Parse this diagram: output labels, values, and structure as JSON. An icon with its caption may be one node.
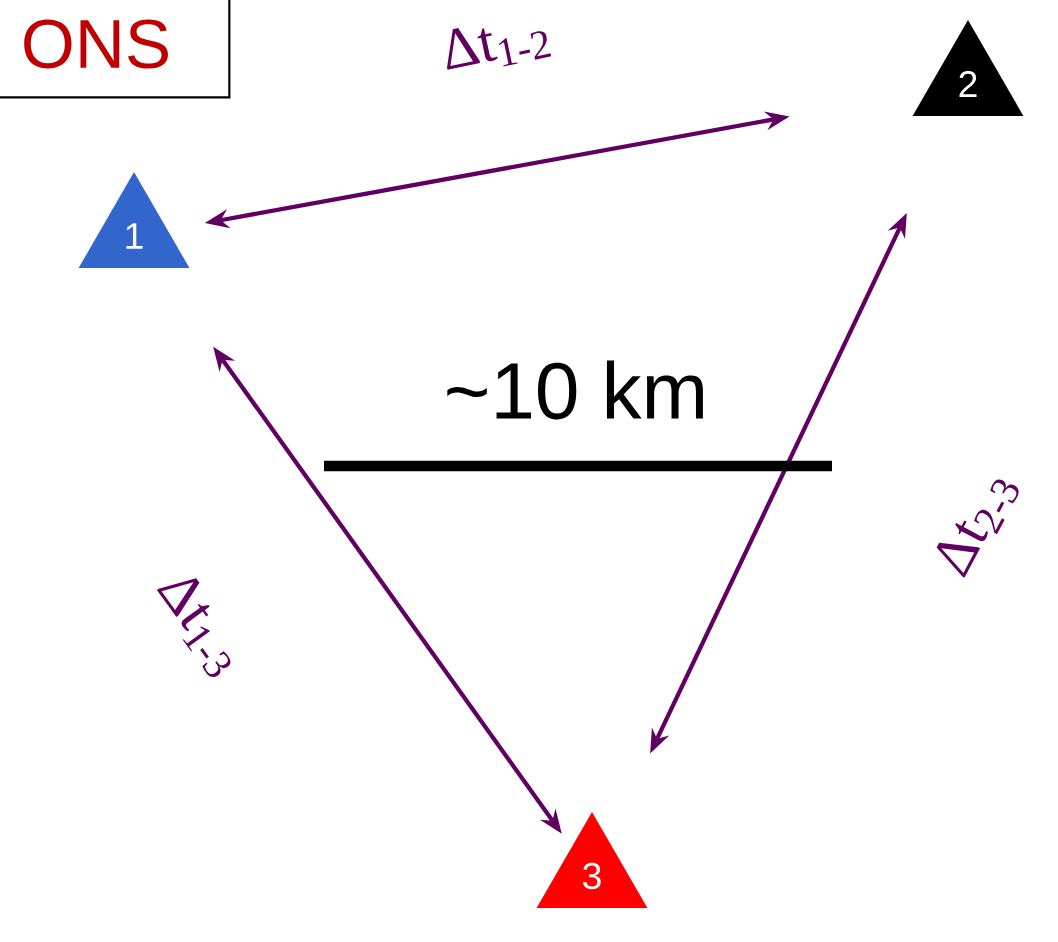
{
  "diagram": {
    "nodes": [
      {
        "text": [
          "ONS"
        ]
      },
      {
        "text": [
          "1"
        ]
      },
      {
        "text": [
          "2"
        ]
      },
      {
        "text": [
          "3"
        ]
      }
    ],
    "edges": [
      {
        "from": 1,
        "to": 2,
        "arrow": "both",
        "label": "Δt$_{1-2}$"
      },
      {
        "from": 1,
        "to": 3,
        "arrow": "both",
        "label": "Δt$_{1-3}$"
      },
      {
        "from": 2,
        "to": 3,
        "arrow": "both",
        "label": "Δt$_{2-3}$"
      }
    ],
    "labels": [
      "~10 km"
    ]
  }
}
